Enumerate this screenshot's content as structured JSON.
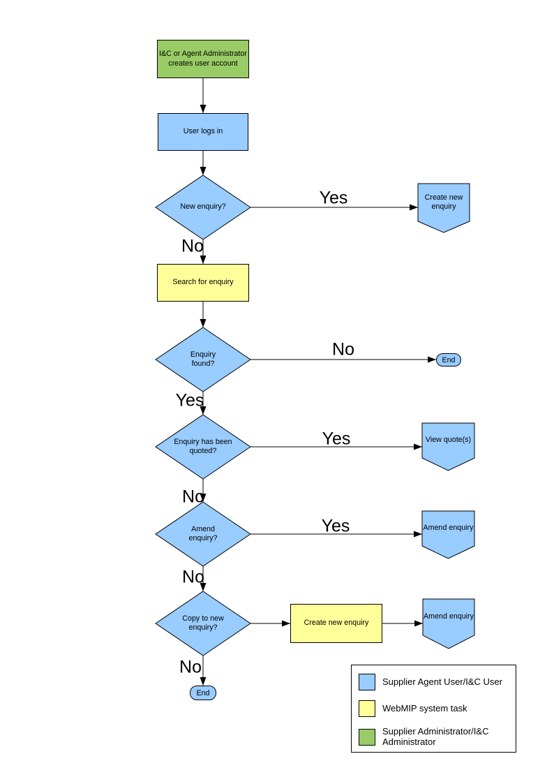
{
  "nodes": {
    "create_account": {
      "label": "I&C or Agent Administrator creates user account"
    },
    "user_logs_in": {
      "label": "User logs in"
    },
    "new_enquiry_q": {
      "label": "New enquiry?"
    },
    "create_new_enquiry": {
      "label": "Create new enquiry"
    },
    "search_for_enquiry": {
      "label": "Search for enquiry"
    },
    "enquiry_found_q": {
      "label": "Enquiry found?"
    },
    "end_not_found": {
      "label": "End"
    },
    "enquiry_quoted_q": {
      "label": "Enquiry has been quoted?"
    },
    "view_quotes": {
      "label": "View quote(s)"
    },
    "amend_enquiry_q": {
      "label": "Amend enquiry?"
    },
    "amend_enquiry": {
      "label": "Amend enquiry"
    },
    "copy_to_new_q": {
      "label": "Copy to new enquiry?"
    },
    "create_new_enquiry_task": {
      "label": "Create new enquiry"
    },
    "amend_enquiry_2": {
      "label": "Amend enquiry"
    },
    "end_final": {
      "label": "End"
    }
  },
  "edge_labels": {
    "new_enquiry_yes": "Yes",
    "new_enquiry_no": "No",
    "enquiry_found_no": "No",
    "enquiry_found_yes": "Yes",
    "enquiry_quoted_yes": "Yes",
    "enquiry_quoted_no": "No",
    "amend_enquiry_yes": "Yes",
    "amend_enquiry_no": "No",
    "copy_to_new_no": "No"
  },
  "legend": {
    "items": [
      {
        "label": "Supplier Agent User/I&C User",
        "color": "#99CCFF"
      },
      {
        "label": "WebMIP system task",
        "color": "#FFFF99"
      },
      {
        "label": "Supplier Administrator/I&C Administrator",
        "color": "#99CC66"
      }
    ]
  },
  "colors": {
    "user_task": "#99CCFF",
    "system_task": "#FFFF99",
    "admin_task": "#99CC66",
    "outline": "#000000",
    "background": "#FFFFFF"
  }
}
